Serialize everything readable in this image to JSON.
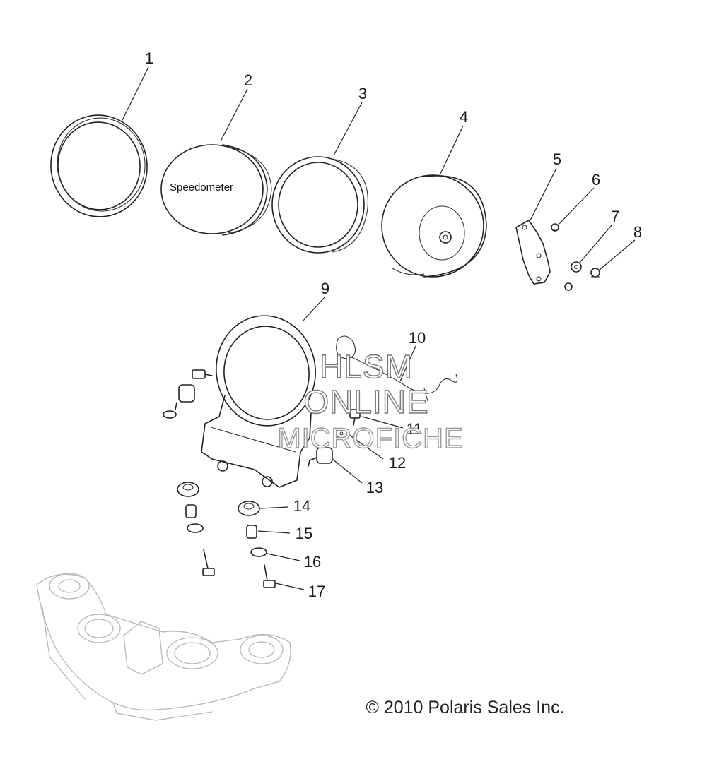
{
  "diagram": {
    "part_numbers": [
      "1",
      "2",
      "3",
      "4",
      "5",
      "6",
      "7",
      "8",
      "9",
      "10",
      "11",
      "12",
      "13",
      "14",
      "15",
      "16",
      "17"
    ],
    "gauge_face_label": "Speedometer",
    "watermark": {
      "line1": "HLSM",
      "line2": "ONLINE",
      "line3": "MICROFICHE"
    },
    "copyright": "© 2010 Polaris Sales Inc."
  }
}
